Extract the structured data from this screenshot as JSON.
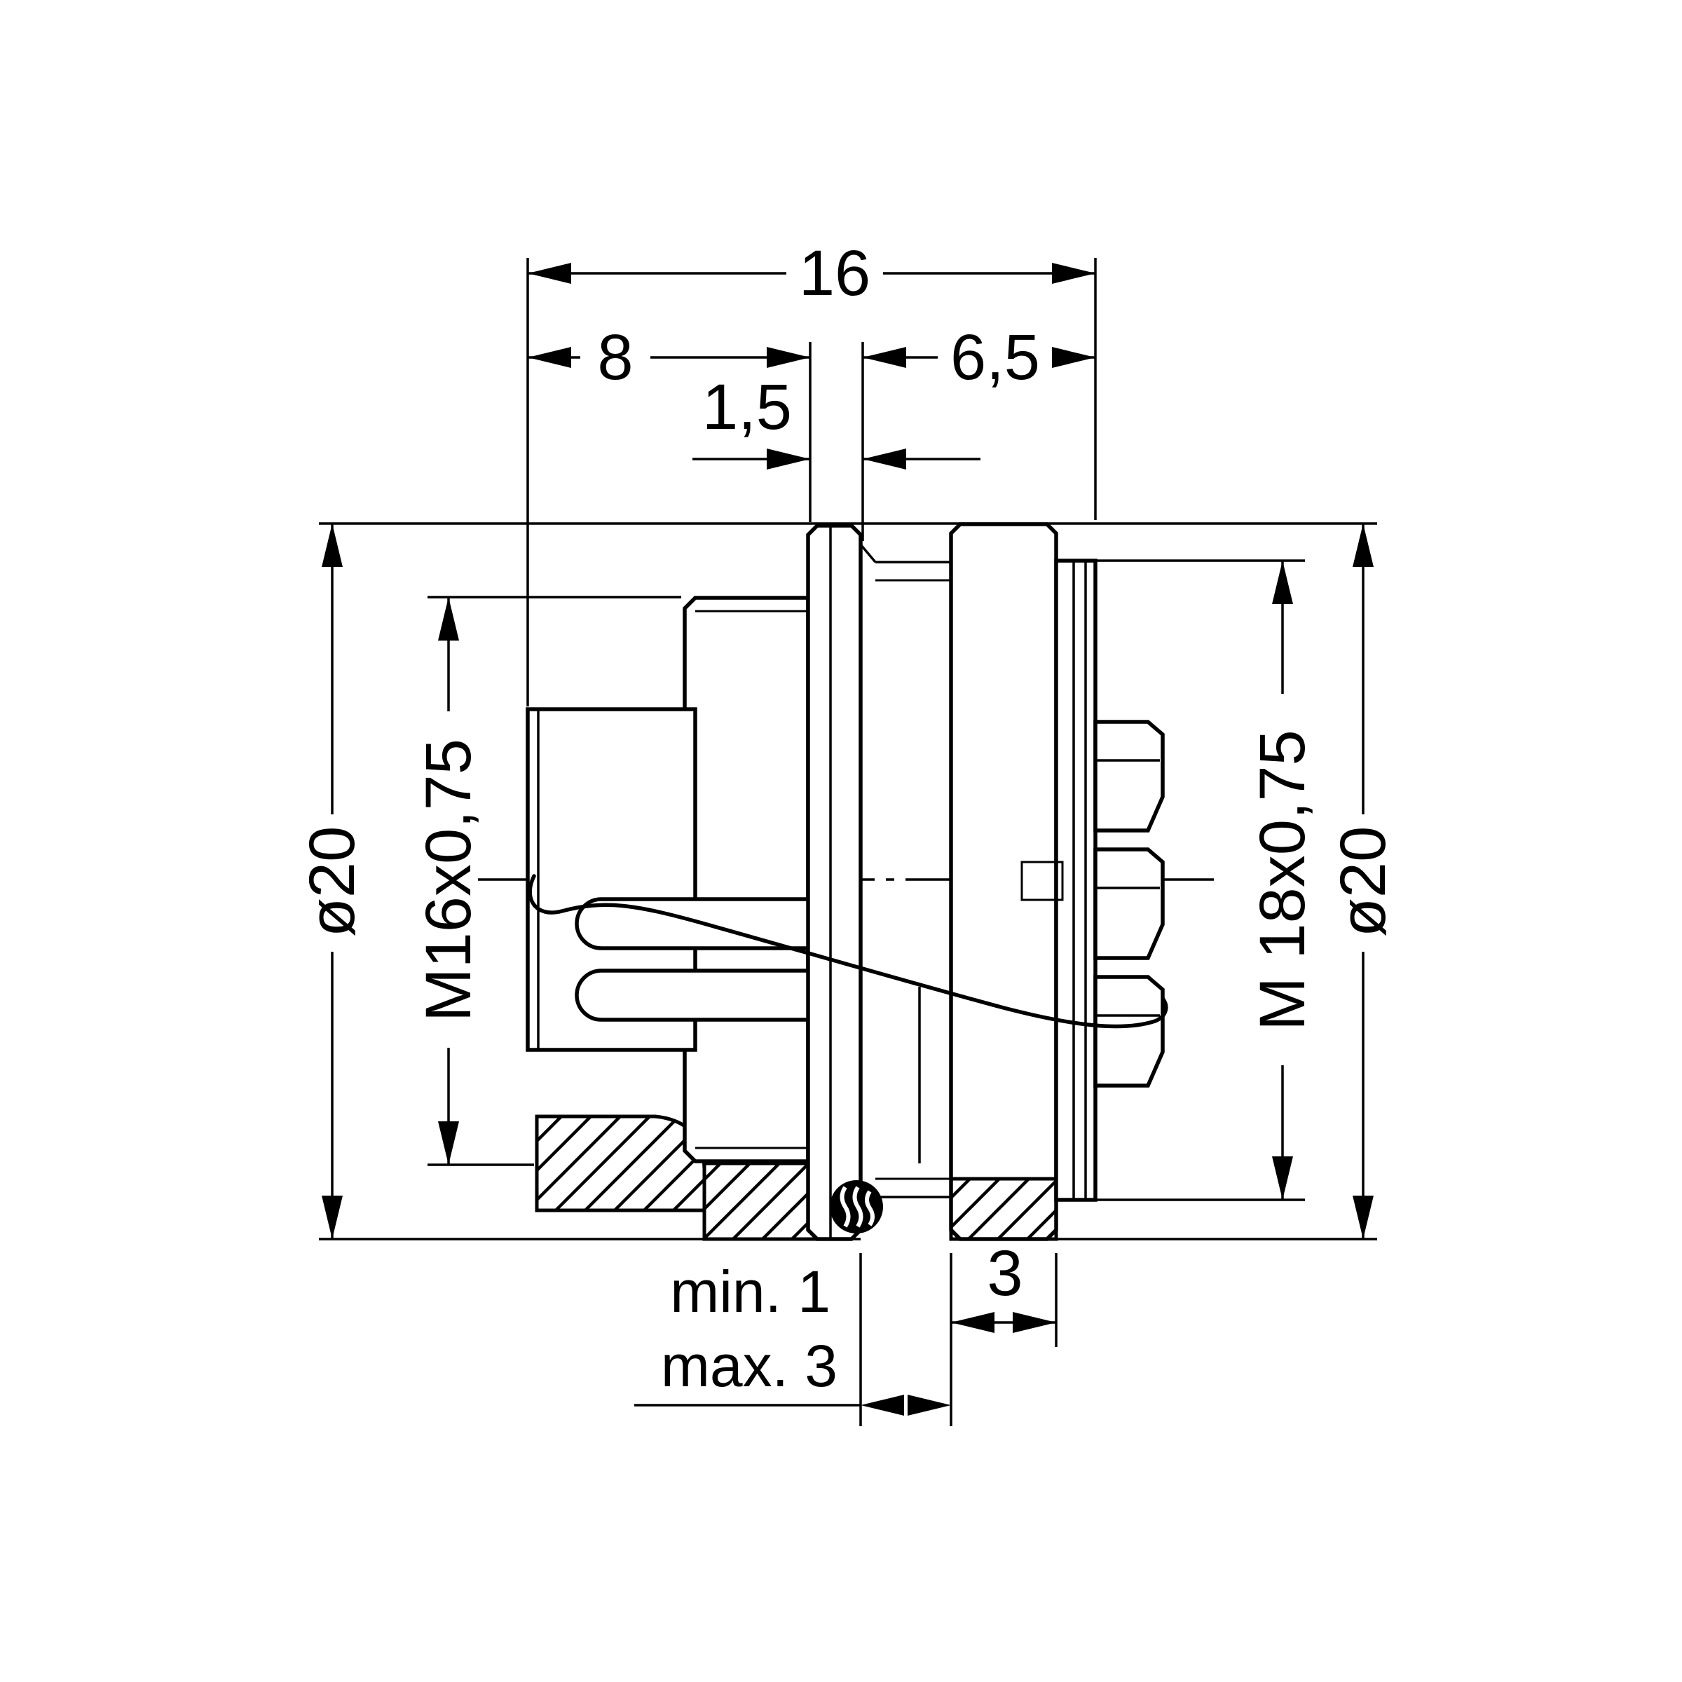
{
  "drawing": {
    "kind": "connector-dimension-drawing",
    "background_color": "#ffffff",
    "line_color": "#000000",
    "dims": {
      "overall_length": "16",
      "front_length": "8",
      "rear_length": "6,5",
      "flange_thickness": "1,5",
      "front_flange_diameter": "ø20",
      "front_thread": "M16x0,75",
      "rear_thread": "M 18x0,75",
      "rear_nut_diameter": "ø20",
      "nut_width": "3",
      "panel_min": "min. 1",
      "panel_max": "max. 3"
    }
  }
}
